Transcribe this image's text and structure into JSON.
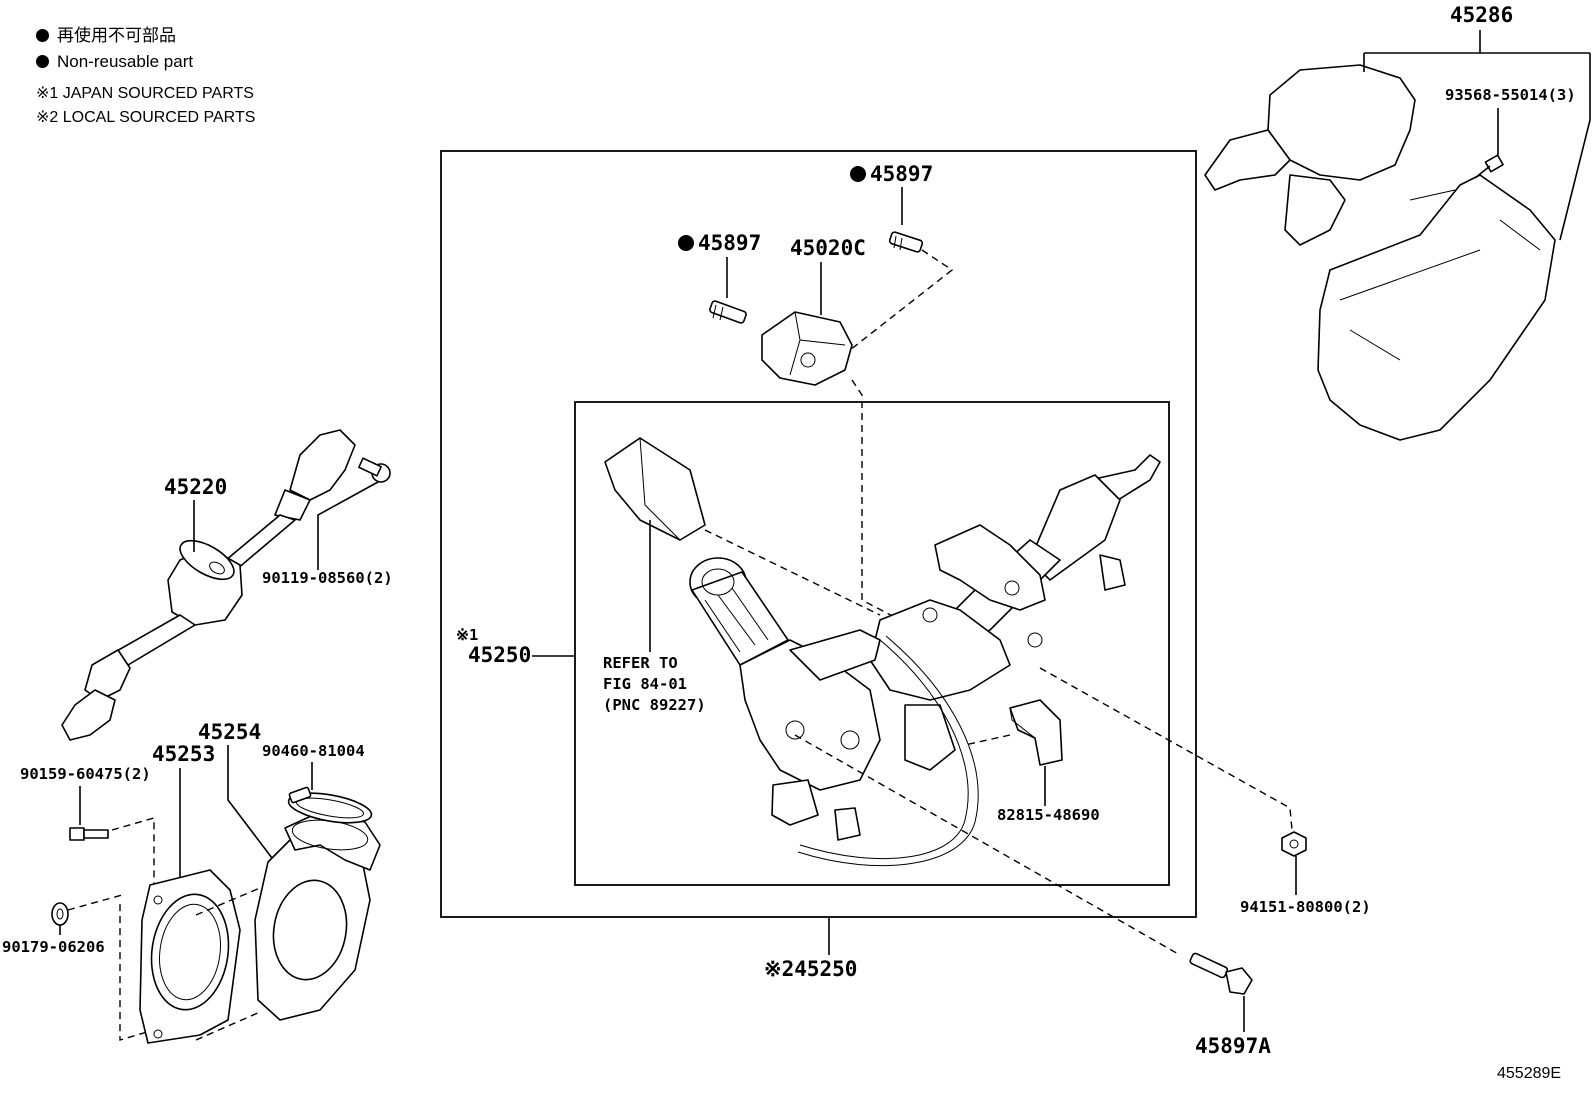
{
  "legend": {
    "jp": "再使用不可部品",
    "en": "Non-reusable part",
    "note1": "※1 JAPAN SOURCED PARTS",
    "note2": "※2 LOCAL SOURCED PARTS"
  },
  "labels": {
    "p45286": "45286",
    "p93568": "93568-55014(3)",
    "p45897_top": "45897",
    "p45897_mid": "45897",
    "p45020c": "45020C",
    "p45220": "45220",
    "p90119": "90119-08560(2)",
    "p45250_1_mark": "※1",
    "p45250_1": "45250",
    "refer1": "REFER TO",
    "refer2": "FIG 84-01",
    "refer3": "(PNC 89227)",
    "p45254": "45254",
    "p90460": "90460-81004",
    "p45253": "45253",
    "p90159": "90159-60475(2)",
    "p90179": "90179-06206",
    "p82815": "82815-48690",
    "p94151": "94151-80800(2)",
    "p45250_2": "※245250",
    "p45897a": "45897A",
    "fig_id": "455289E"
  }
}
